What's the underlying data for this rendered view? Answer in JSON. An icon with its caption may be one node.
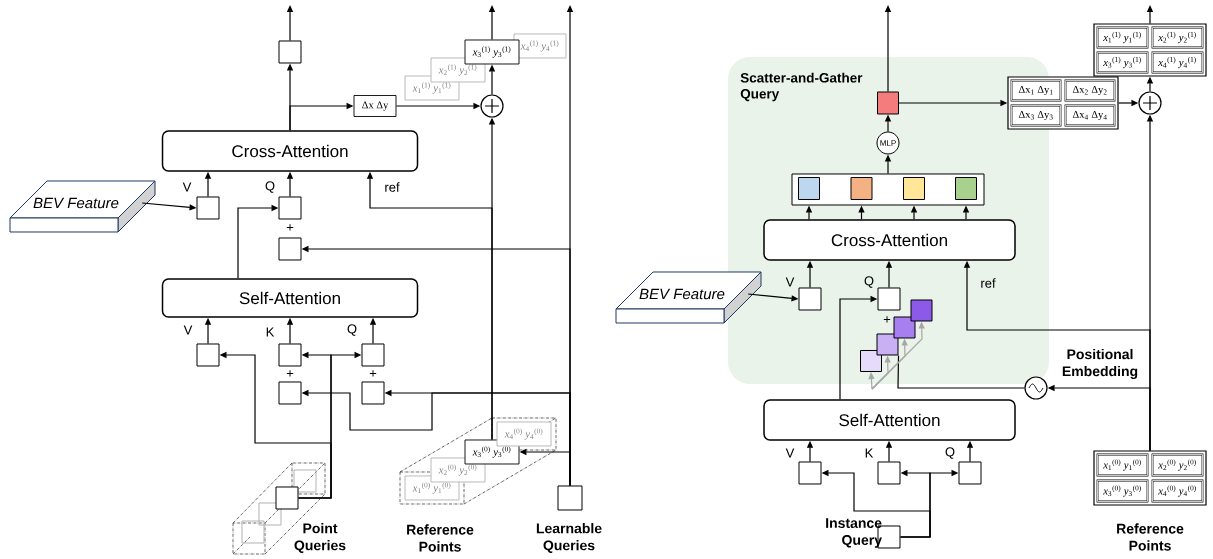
{
  "diagram": {
    "nodes": [
      {
        "text": [
          "Cross-Attention"
        ]
      },
      {
        "text": [
          "Self-Attention"
        ]
      },
      {
        "text": [
          "BEV Feature"
        ]
      },
      {
        "text": [],
        "shape": "box"
      },
      {
        "text": [
          "Δx Δy"
        ]
      },
      {
        "text": [],
        "shape": "circle"
      },
      {
        "text": [
          "*x*$_{1}$$^{(1)}$ *y*$_{1}$$^{(1)}$"
        ]
      },
      {
        "text": [
          "*x*$_{2}$$^{(1)}$ *y*$_{2}$$^{(1)}$"
        ]
      },
      {
        "text": [
          "*x*$_{3}$$^{(1)}$ *y*$_{3}$$^{(1)}$"
        ]
      },
      {
        "text": [
          "*x*$_{4}$$^{(1)}$ *y*$_{4}$$^{(1)}$"
        ]
      },
      {
        "text": [],
        "shape": "box"
      },
      {
        "text": [],
        "shape": "box"
      },
      {
        "text": [],
        "shape": "box"
      },
      {
        "text": [],
        "shape": "box"
      },
      {
        "text": [],
        "shape": "box"
      },
      {
        "text": [],
        "shape": "box"
      },
      {
        "text": [],
        "shape": "box"
      },
      {
        "text": [],
        "shape": "box"
      },
      {
        "text": [],
        "shape": "box",
        "beside": [
          "Point Queries"
        ]
      },
      {
        "text": [
          "*x*$_{1}$$^{(0)}$ *y*$_{1}$$^{(0)}$"
        ],
        "beside": [
          "Reference Points"
        ]
      },
      {
        "text": [
          "*x*$_{2}$$^{(0)}$ *y*$_{2}$$^{(0)}$"
        ]
      },
      {
        "text": [
          "*x*$_{3}$$^{(0)}$ *y*$_{3}$$^{(0)}$"
        ]
      },
      {
        "text": [
          "*x*$_{4}$$^{(0)}$ *y*$_{4}$$^{(0)}$"
        ]
      },
      {
        "text": [],
        "shape": "box",
        "beside": [
          "Learnable Queries"
        ]
      },
      {
        "text": [
          "Scatter-and-Gather Query"
        ]
      },
      {
        "text": [],
        "shape": "box",
        "in": 24
      },
      {
        "text": [
          "MLP"
        ],
        "in": 24
      },
      {
        "text": [],
        "shape": "box",
        "in": 24
      },
      {
        "text": [],
        "shape": "box",
        "in": 27
      },
      {
        "text": [],
        "shape": "box",
        "in": 27
      },
      {
        "text": [],
        "shape": "box",
        "in": 27
      },
      {
        "text": [],
        "shape": "box",
        "in": 27
      },
      {
        "text": [
          "Cross-Attention"
        ],
        "in": 24
      },
      {
        "text": [],
        "shape": "box",
        "in": 24
      },
      {
        "text": [],
        "shape": "box",
        "in": 24
      },
      {
        "text": [],
        "shape": "box",
        "in": 24
      },
      {
        "text": [],
        "shape": "box",
        "in": 24
      },
      {
        "text": [],
        "shape": "box",
        "in": 24
      },
      {
        "text": [],
        "shape": "box",
        "in": 24
      },
      {
        "text": [
          "BEV Feature"
        ]
      },
      {
        "text": [
          "Self-Attention"
        ]
      },
      {
        "text": [],
        "shape": "box"
      },
      {
        "text": [],
        "shape": "box"
      },
      {
        "text": [],
        "shape": "box"
      },
      {
        "text": [],
        "shape": "box",
        "beside": [
          "Instance Query"
        ]
      },
      {
        "text": [],
        "shape": "circle",
        "beside": [
          "Positional Embedding"
        ]
      },
      {
        "text": [
          "*x*$_{1}$$^{(0)}$ *y*$_{1}$$^{(0)}$",
          "*x*$_{2}$$^{(0)}$ *y*$_{2}$$^{(0)}$",
          "*x*$_{3}$$^{(0)}$ *y*$_{3}$$^{(0)}$",
          "*x*$_{4}$$^{(0)}$ *y*$_{4}$$^{(0)}$"
        ],
        "beside": [
          "Reference Points"
        ]
      },
      {
        "text": [],
        "shape": "circle"
      },
      {
        "text": [
          "Δx$_{1}$ Δy$_{1}$",
          "Δx$_{2}$ Δy$_{2}$",
          "Δx$_{3}$ Δy$_{3}$",
          "Δx$_{4}$ Δy$_{4}$"
        ]
      },
      {
        "text": [
          "*x*$_{1}$$^{(1)}$ *y*$_{1}$$^{(1)}$",
          "*x*$_{2}$$^{(1)}$ *y*$_{2}$$^{(1)}$",
          "*x*$_{3}$$^{(1)}$ *y*$_{3}$$^{(1)}$",
          "*x*$_{4}$$^{(1)}$ *y*$_{4}$$^{(1)}$"
        ]
      }
    ],
    "edges": [
      {
        "from": 2,
        "to": 10,
        "arrow": "to"
      },
      {
        "from": 10,
        "to": 0,
        "arrow": "to"
      },
      {
        "from": 11,
        "to": 0,
        "arrow": "to"
      },
      {
        "from": 1,
        "to": 11,
        "arrow": "to"
      },
      {
        "from": 18,
        "to": 14,
        "arrow": "to"
      },
      {
        "from": 18,
        "to": 15,
        "arrow": "to"
      },
      {
        "from": 18,
        "to": 13,
        "arrow": "to"
      },
      {
        "from": 13,
        "to": 1,
        "arrow": "to"
      },
      {
        "from": 14,
        "to": 1,
        "arrow": "to"
      },
      {
        "from": 15,
        "to": 1,
        "arrow": "to"
      },
      {
        "from": 23,
        "to": 12,
        "arrow": "to"
      },
      {
        "from": 23,
        "to": 17,
        "arrow": "to"
      },
      {
        "from": 23,
        "to": 16,
        "arrow": "to"
      },
      {
        "from": 23,
        "to": 21,
        "arrow": "to"
      },
      {
        "from": 23,
        "to": null,
        "arrow": "to"
      },
      {
        "from": 21,
        "to": 5,
        "arrow": "to"
      },
      {
        "from": 21,
        "to": 0,
        "arrow": "to"
      },
      {
        "from": 0,
        "to": 3,
        "arrow": "to"
      },
      {
        "from": 0,
        "to": 4,
        "arrow": "to"
      },
      {
        "from": 3,
        "to": null,
        "arrow": "to"
      },
      {
        "from": 4,
        "to": 5,
        "arrow": "to"
      },
      {
        "from": 5,
        "to": 8,
        "arrow": "to"
      },
      {
        "from": 8,
        "to": null,
        "arrow": "to"
      },
      {
        "from": 39,
        "to": 33,
        "arrow": "to"
      },
      {
        "from": 33,
        "to": 32,
        "arrow": "to"
      },
      {
        "from": 34,
        "to": 32,
        "arrow": "to"
      },
      {
        "from": 40,
        "to": 34,
        "arrow": "to"
      },
      {
        "from": 32,
        "to": 27,
        "arrow": "to"
      },
      {
        "from": 32,
        "to": 27,
        "arrow": "to"
      },
      {
        "from": 32,
        "to": 27,
        "arrow": "to"
      },
      {
        "from": 32,
        "to": 27,
        "arrow": "to"
      },
      {
        "from": 27,
        "to": 26,
        "arrow": "to"
      },
      {
        "from": 26,
        "to": 25,
        "arrow": "to"
      },
      {
        "from": 25,
        "to": null,
        "arrow": "to"
      },
      {
        "from": 25,
        "to": 48,
        "arrow": "to"
      },
      {
        "from": 48,
        "to": 47,
        "arrow": "to"
      },
      {
        "from": 47,
        "to": 49,
        "arrow": "to"
      },
      {
        "from": 49,
        "to": null,
        "arrow": "to"
      },
      {
        "from": 46,
        "to": 47,
        "arrow": "to"
      },
      {
        "from": 46,
        "to": 32,
        "arrow": "to"
      },
      {
        "from": 46,
        "to": 45,
        "arrow": "to"
      },
      {
        "from": 45,
        "to": 36,
        "arrow": "none"
      },
      {
        "from": null,
        "to": 35,
        "arrow": "to",
        "color": "#a6a6a6"
      },
      {
        "from": null,
        "to": 36,
        "arrow": "to",
        "color": "#a6a6a6"
      },
      {
        "from": null,
        "to": 37,
        "arrow": "to",
        "color": "#a6a6a6"
      },
      {
        "from": null,
        "to": 38,
        "arrow": "to",
        "color": "#a6a6a6"
      },
      {
        "from": 44,
        "to": 42,
        "arrow": "to"
      },
      {
        "from": 44,
        "to": 43,
        "arrow": "to"
      },
      {
        "from": 44,
        "to": 41,
        "arrow": "to"
      },
      {
        "from": 41,
        "to": 40,
        "arrow": "to"
      },
      {
        "from": 42,
        "to": 40,
        "arrow": "to"
      },
      {
        "from": 43,
        "to": 40,
        "arrow": "to"
      }
    ],
    "labels": [
      "V",
      "Q",
      "ref",
      "+",
      "V",
      "K",
      "Q",
      "+",
      "+",
      "V",
      "Q",
      "ref",
      "+",
      "V",
      "K",
      "Q"
    ]
  }
}
